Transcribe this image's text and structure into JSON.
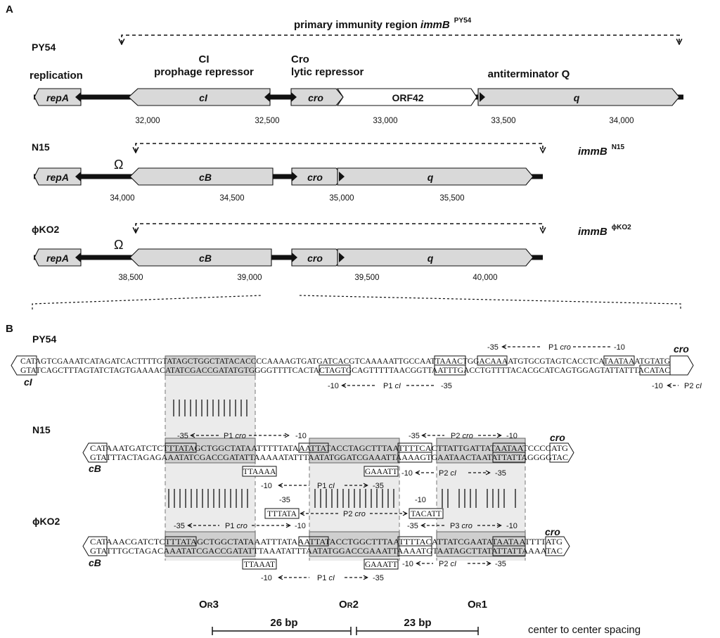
{
  "panel_a": {
    "label": "A",
    "top_region": {
      "prefix": "primary immunity region ",
      "gene": "immB",
      "sup": "PY54"
    },
    "phages": [
      {
        "name": "PY54",
        "region_gene": "immB",
        "region_sup": "",
        "omega": "",
        "annotations": [
          {
            "id": "replication",
            "lines": [
              "replication"
            ]
          },
          {
            "id": "ci",
            "lines": [
              "CI",
              "prophage repressor"
            ]
          },
          {
            "id": "cro",
            "lines": [
              "Cro",
              "lytic repressor"
            ]
          },
          {
            "id": "q",
            "lines": [
              "antiterminator Q"
            ]
          }
        ],
        "genes": [
          {
            "label": "repA",
            "italic": true,
            "fill": "#d9d9d9"
          },
          {
            "label": "cI",
            "italic": true,
            "fill": "#d9d9d9"
          },
          {
            "label": "cro",
            "italic": true,
            "fill": "#d9d9d9"
          },
          {
            "label": "ORF42",
            "italic": false,
            "fill": "#ffffff"
          },
          {
            "label": "q",
            "italic": true,
            "fill": "#d9d9d9"
          }
        ],
        "ticks": [
          "32,000",
          "32,500",
          "33,000",
          "33,500",
          "34,000"
        ]
      },
      {
        "name": "N15",
        "region_gene": "immB",
        "region_sup": "N15",
        "omega": "Ω",
        "annotations": [],
        "genes": [
          {
            "label": "repA",
            "italic": true,
            "fill": "#d9d9d9"
          },
          {
            "label": "cB",
            "italic": true,
            "fill": "#d9d9d9"
          },
          {
            "label": "cro",
            "italic": true,
            "fill": "#d9d9d9"
          },
          {
            "label": "q",
            "italic": true,
            "fill": "#d9d9d9"
          }
        ],
        "ticks": [
          "34,000",
          "34,500",
          "35,000",
          "35,500"
        ]
      },
      {
        "name": "ϕKO2",
        "region_gene": "immB",
        "region_sup": "ϕKO2",
        "omega": "Ω",
        "annotations": [],
        "genes": [
          {
            "label": "repA",
            "italic": true,
            "fill": "#d9d9d9"
          },
          {
            "label": "cB",
            "italic": true,
            "fill": "#d9d9d9"
          },
          {
            "label": "cro",
            "italic": true,
            "fill": "#d9d9d9"
          },
          {
            "label": "q",
            "italic": true,
            "fill": "#d9d9d9"
          }
        ],
        "ticks": [
          "38,500",
          "39,000",
          "39,500",
          "40,000"
        ]
      }
    ]
  },
  "panel_b": {
    "label": "B",
    "phages": [
      {
        "name": "PY54",
        "left_gene": "cI",
        "right_gene": "cro",
        "top_seq": "CATAGTCGAAATCATAGATCACTTTTGTATAGCTGGCTATACACCCCAAAAGTGATGATCACGTCAAAAATTGCCAATTAAACTGGACAAAATGTGCGTAGTCACCTCATAATAAATGTATG",
        "bottom_seq": "GTATCAGCTTTAGTATCTAGTGAAAACATATCGACCGATATGTGGGGTTTTCACTACTAGTGCAGTTTTTAACGGTTAATTTGACCTGTTTTACACGCATCAGTGGAGTATTATTTACATAC",
        "promoters": [
          {
            "minus35": "-35",
            "name": "P1",
            "gene": "cro",
            "minus10": "-10"
          },
          {
            "minus10": "-10",
            "name": "P1",
            "gene": "cI",
            "minus35": "-35"
          },
          {
            "minus10": "-10",
            "name": "P2",
            "gene": "cI",
            "minus35": ""
          }
        ]
      },
      {
        "name": "N15",
        "left_gene": "cB",
        "right_gene": "cro",
        "top_seq": "CATAAATGATCTCTTTATAGCTGGCTATAATTTTTATAAATTATACCTAGCTTTAATTTTCACTTATTGATTATAATAATCCCCATG",
        "bottom_seq": "GTATTTACTAGAGAAATATCGACCGATATTAAAAATATTTAATATGGATCGAAATTAAAAGTGAATAACTAATATTATTAGGGGTAC",
        "boxes_below": [
          "TTAAAA",
          "GAAATT"
        ],
        "promoters": [
          {
            "minus35": "-35",
            "name": "P1",
            "gene": "cro",
            "minus10": "-10"
          },
          {
            "minus35": "-35",
            "name": "P2",
            "gene": "cro",
            "minus10": "-10"
          },
          {
            "minus10": "-10",
            "name": "P1",
            "gene": "cI",
            "minus35": "-35"
          },
          {
            "minus10": "-10",
            "name": "P2",
            "gene": "cI",
            "minus35": "-35"
          }
        ],
        "p2cro_between": {
          "minus35": "-35",
          "box_left": "TTTATA",
          "name": "P2",
          "gene": "cro",
          "box_right": "TACATT",
          "minus10": "-10"
        }
      },
      {
        "name": "ϕKO2",
        "left_gene": "cB",
        "right_gene": "cro",
        "top_seq": "CATAAACGATCTCTTTATAGCTGGCTATAAATTTATAAATTATACCTGGCTTTAATTTTACATTATCGAATATAATAATTTTATG",
        "bottom_seq": "GTATTTGCTAGACAAATATCGACCGATATTTAAATATTTAATATGGACCGAAATTAAAATGTAATAGCTTATATTATTAAAATAC",
        "boxes_below": [
          "TTAAAT",
          "GAAATT"
        ],
        "promoters": [
          {
            "minus35": "-35",
            "name": "P1",
            "gene": "cro",
            "minus10": "-10"
          },
          {
            "minus35": "-35",
            "name": "P3",
            "gene": "cro",
            "minus10": "-10"
          },
          {
            "minus10": "-10",
            "name": "P2",
            "gene": "cI",
            "minus35": "-35"
          },
          {
            "minus10": "-10",
            "name": "P1",
            "gene": "cI",
            "minus35": "-35"
          }
        ]
      }
    ],
    "operators": [
      {
        "main": "O",
        "sub": "R",
        "num": "3"
      },
      {
        "main": "O",
        "sub": "R",
        "num": "2"
      },
      {
        "main": "O",
        "sub": "R",
        "num": "1"
      }
    ],
    "spacings": [
      "26 bp",
      "23 bp"
    ],
    "spacing_caption": "center to center spacing"
  }
}
